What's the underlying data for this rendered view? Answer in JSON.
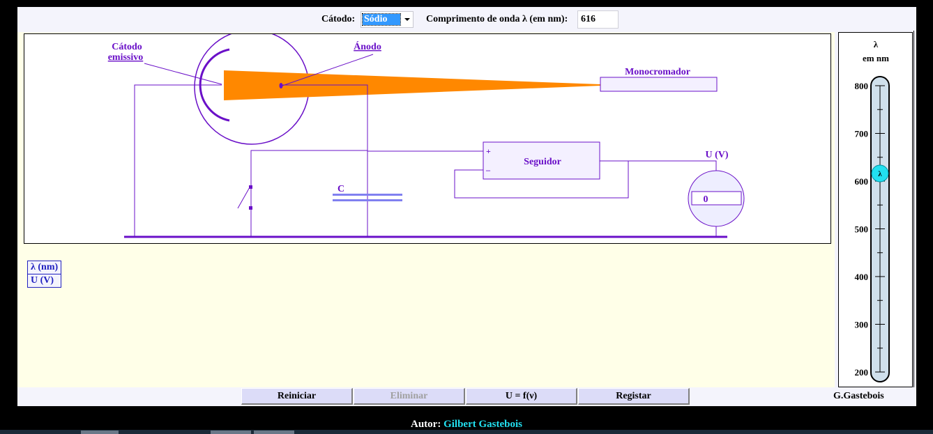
{
  "toolbar": {
    "cathode_label": "Cátodo:",
    "cathode_selected": "Sódio",
    "wavelength_label": "Comprimento de onda λ (em nm):",
    "wavelength_value": "616"
  },
  "diagram": {
    "cathode_label_line1": "Cátodo",
    "cathode_label_line2": "emissivo",
    "anode_label": "Ánodo",
    "monochromator_label": "Monocromador",
    "follower_label": "Seguidor",
    "follower_plus": "+",
    "follower_minus": "–",
    "capacitor_label": "C",
    "voltmeter_label": "U (V)",
    "voltmeter_value": "0",
    "beam_color": "#ff8800",
    "wire_color": "#6a10c8",
    "capacitor_color": "#8080f0"
  },
  "results_table": {
    "rows": [
      {
        "header": "λ (nm)"
      },
      {
        "header": "U (V)"
      }
    ]
  },
  "slider": {
    "title_symbol": "λ",
    "title_unit": "em nm",
    "min": 200,
    "max": 800,
    "value": 616,
    "ticks": [
      "800",
      "700",
      "600",
      "500",
      "400",
      "300",
      "200"
    ],
    "knob_label": "λ",
    "knob_color": "#22e0f0"
  },
  "buttons": {
    "reset": "Reiniciar",
    "delete": "Eliminar",
    "plot": "U = f(ν)",
    "record": "Registar"
  },
  "signature": "G.Gastebois",
  "footer": {
    "author_label": "Autor:",
    "author_name": "Gilbert Gastebois"
  }
}
